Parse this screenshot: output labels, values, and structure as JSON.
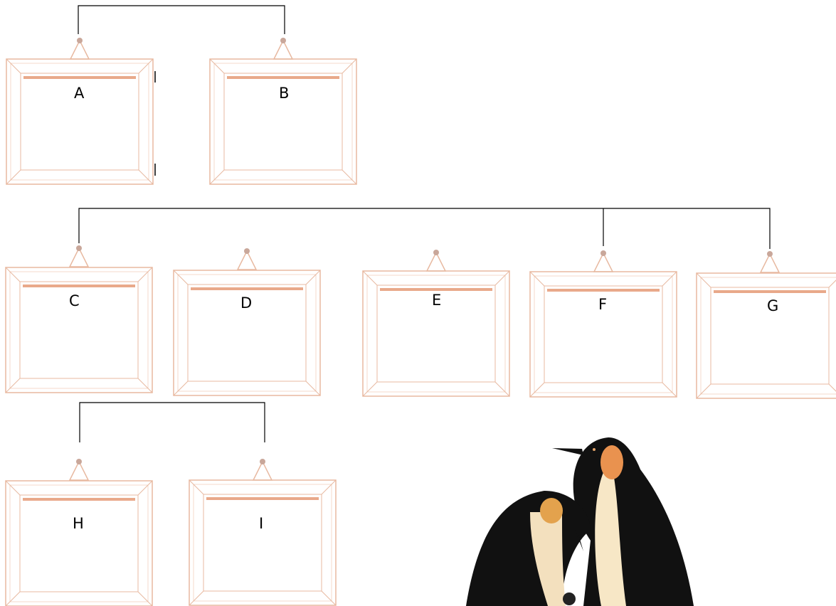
{
  "frames": {
    "a": {
      "label": "A"
    },
    "b": {
      "label": "B"
    },
    "c": {
      "label": "C"
    },
    "d": {
      "label": "D"
    },
    "e": {
      "label": "E"
    },
    "f": {
      "label": "F"
    },
    "g": {
      "label": "G"
    },
    "h": {
      "label": "H"
    },
    "i": {
      "label": "I"
    }
  },
  "colors": {
    "frame_stroke": "#e8b9a0",
    "frame_bar": "#e9a98a",
    "hook": "#c9a79a",
    "connector": "#000000"
  },
  "illustration": {
    "icon": "penguin-family-icon"
  }
}
